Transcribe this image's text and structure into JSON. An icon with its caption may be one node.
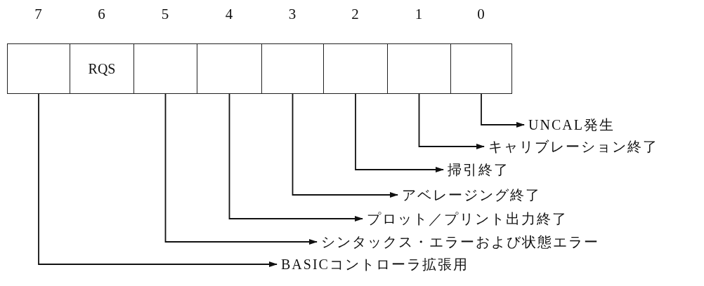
{
  "diagram": {
    "nodes": [
      {
        "text": [],
        "shape": "box"
      },
      {
        "text": [
          "RQS"
        ]
      },
      {
        "text": [],
        "shape": "box"
      },
      {
        "text": [],
        "shape": "box"
      },
      {
        "text": [],
        "shape": "box"
      },
      {
        "text": [],
        "shape": "box"
      },
      {
        "text": [],
        "shape": "box"
      },
      {
        "text": [],
        "shape": "box"
      },
      {
        "text": [
          "UNCAL発生"
        ]
      },
      {
        "text": [
          "キャリブレーション終了"
        ]
      },
      {
        "text": [
          "掃引終了"
        ]
      },
      {
        "text": [
          "アベレージング終了"
        ]
      },
      {
        "text": [
          "プロット／プリント出力終了"
        ]
      },
      {
        "text": [
          "シンタックス・エラーおよび状態エラー"
        ]
      },
      {
        "text": [
          "BASICコントローラ拡張用"
        ]
      }
    ],
    "edges": [
      {
        "from": 7,
        "to": 8,
        "arrow": "to"
      },
      {
        "from": 6,
        "to": 9,
        "arrow": "to"
      },
      {
        "from": 5,
        "to": 10,
        "arrow": "to"
      },
      {
        "from": 4,
        "to": 11,
        "arrow": "to"
      },
      {
        "from": 3,
        "to": 12,
        "arrow": "to"
      },
      {
        "from": 2,
        "to": 13,
        "arrow": "to"
      },
      {
        "from": 0,
        "to": 14,
        "arrow": "to"
      }
    ],
    "labels": [
      "7",
      "6",
      "5",
      "4",
      "3",
      "2",
      "1",
      "0"
    ]
  }
}
